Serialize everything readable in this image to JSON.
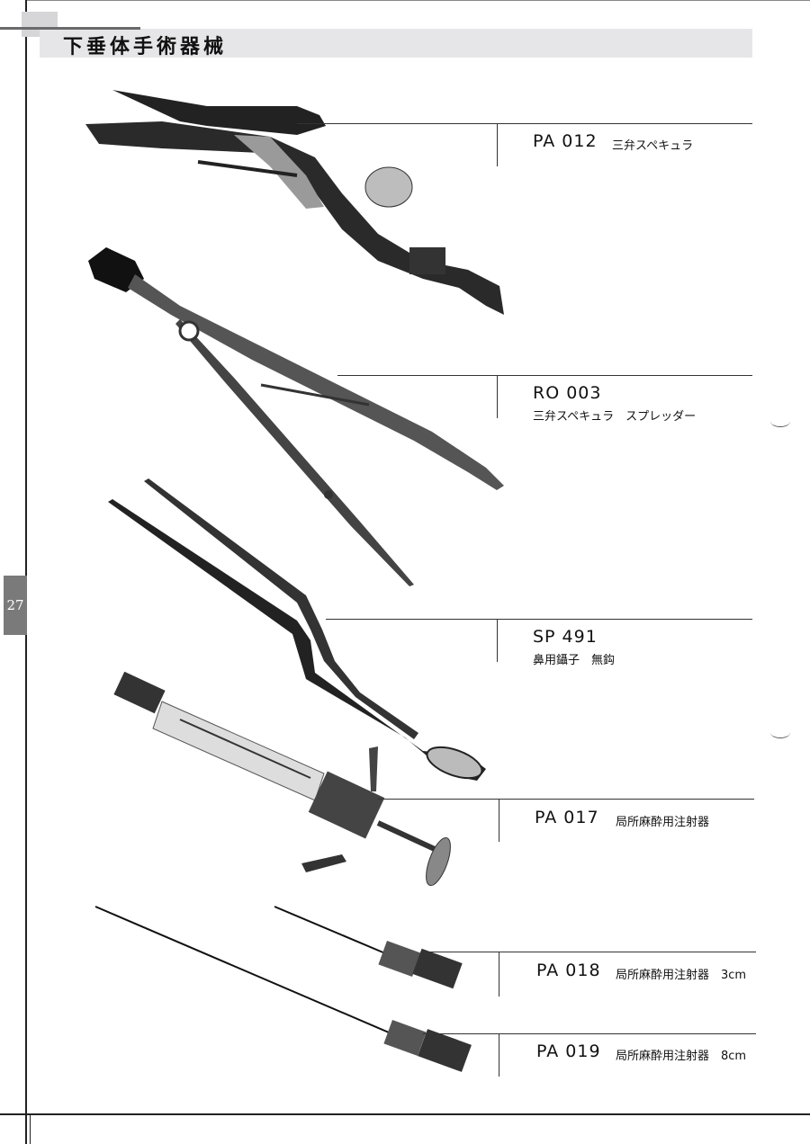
{
  "page": {
    "title": "下垂体手術器械",
    "page_number": "27"
  },
  "entries": [
    {
      "code": "PA 012",
      "desc": "三弁スペキュラ"
    },
    {
      "code": "RO 003",
      "desc": "三弁スペキュラ　スプレッダー"
    },
    {
      "code": "SP 491",
      "desc": "鼻用鑷子　無鈎"
    },
    {
      "code": "PA 017",
      "desc": "局所麻酔用注射器"
    },
    {
      "code": "PA 018",
      "desc": "局所麻酔用注射器　3cm"
    },
    {
      "code": "PA 019",
      "desc": "局所麻酔用注射器　8cm"
    }
  ]
}
